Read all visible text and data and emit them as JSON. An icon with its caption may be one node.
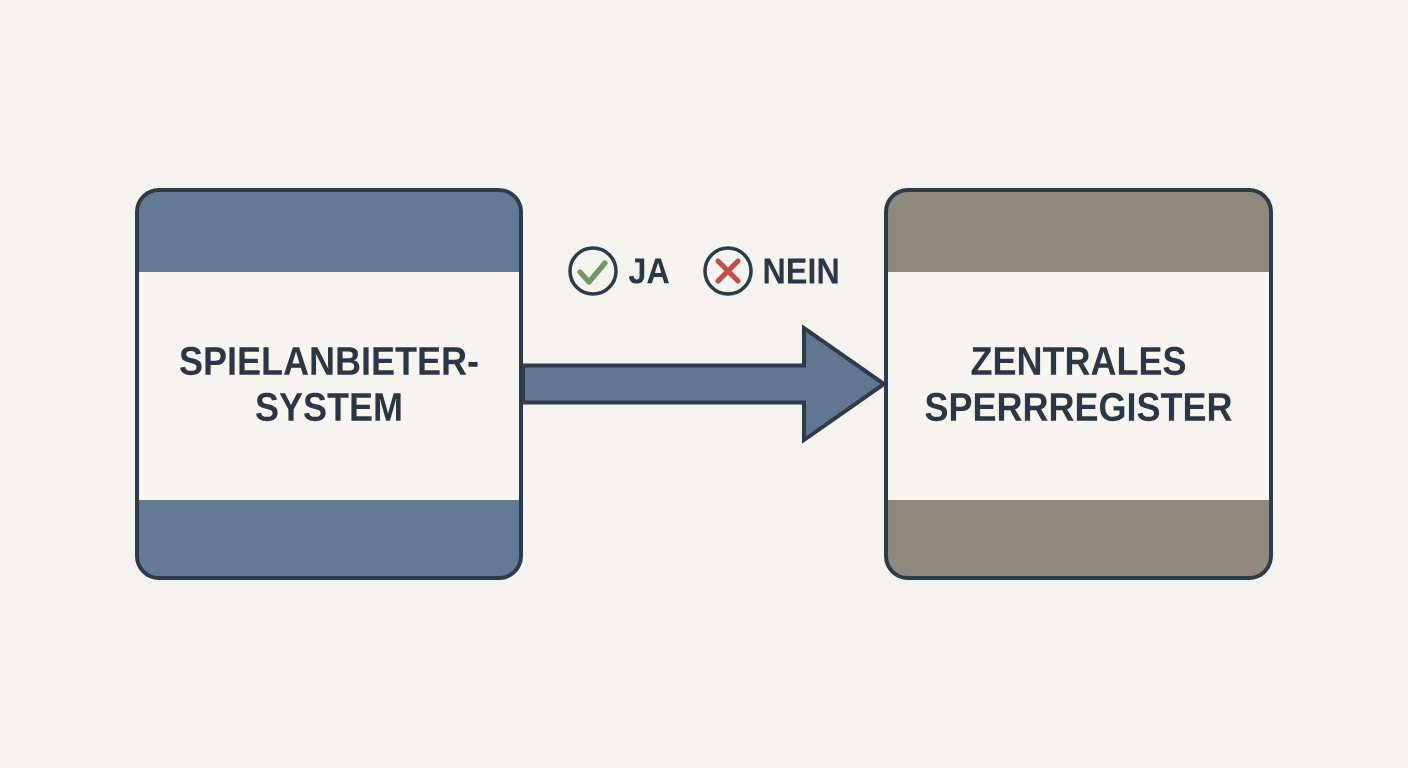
{
  "diagram": {
    "nodes": [
      {
        "text": [
          "SPIELANBIETER- SYSTEM"
        ]
      },
      {
        "text": [
          "ZENTRALES SPERRREGISTER"
        ]
      }
    ],
    "edges": [
      {
        "from": 0,
        "to": 1,
        "arrow": "to"
      }
    ],
    "labels": [
      "JA",
      "NEIN"
    ]
  }
}
